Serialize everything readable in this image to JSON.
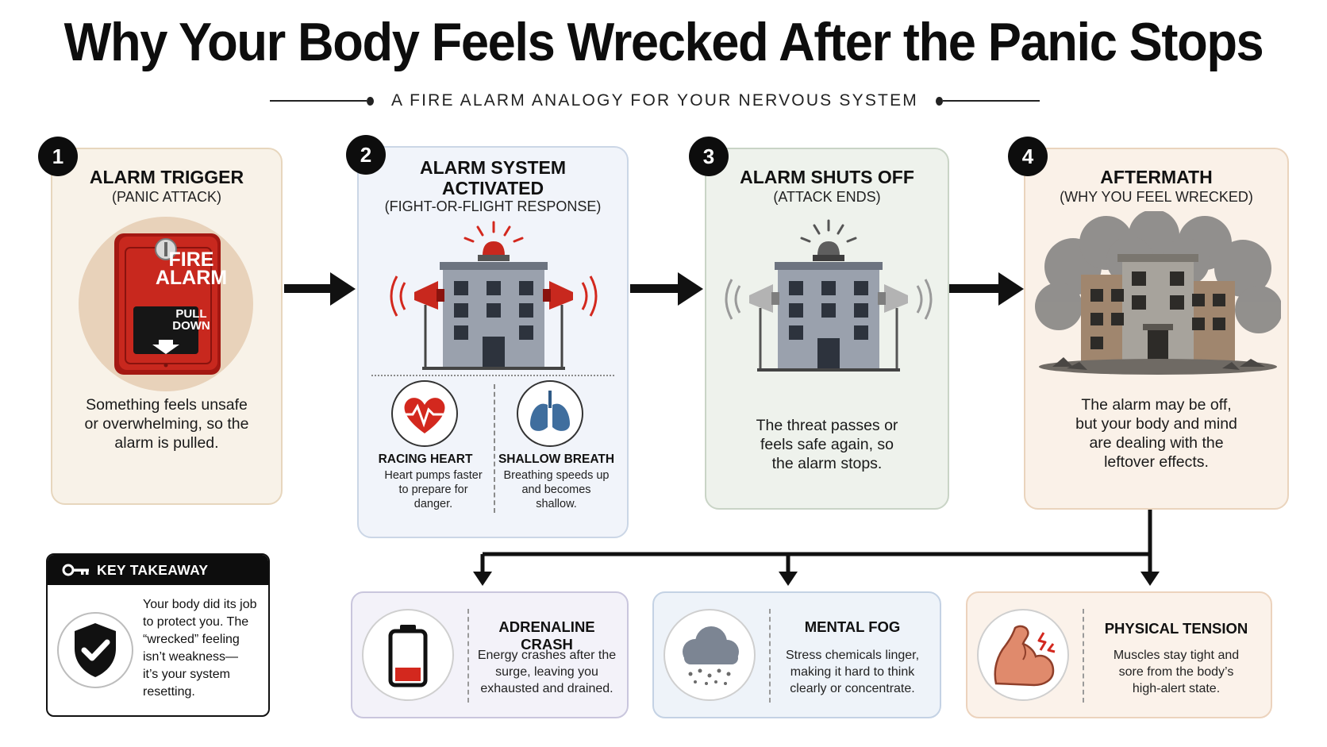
{
  "title": "Why Your Body Feels Wrecked After the Panic Stops",
  "subtitle": "A FIRE ALARM ANALOGY FOR YOUR NERVOUS SYSTEM",
  "steps": [
    {
      "number": "1",
      "title": "ALARM TRIGGER",
      "subtitle": "(PANIC ATTACK)",
      "desc_lines": [
        "Something feels unsafe",
        "or overwhelming, so the",
        "alarm is pulled."
      ],
      "sign_lines": [
        "FIRE",
        "ALARM"
      ],
      "pull_lines": [
        "PULL",
        "DOWN"
      ]
    },
    {
      "number": "2",
      "title_lines": [
        "ALARM SYSTEM",
        "ACTIVATED"
      ],
      "subtitle": "(FIGHT-OR-FLIGHT RESPONSE)",
      "symptoms": [
        {
          "title": "RACING HEART",
          "desc_lines": [
            "Heart pumps faster",
            "to prepare for",
            "danger."
          ]
        },
        {
          "title": "SHALLOW BREATH",
          "desc_lines": [
            "Breathing speeds up",
            "and becomes",
            "shallow."
          ]
        }
      ]
    },
    {
      "number": "3",
      "title": "ALARM SHUTS OFF",
      "subtitle": "(ATTACK ENDS)",
      "desc_lines": [
        "The threat passes or",
        "feels safe again, so",
        "the alarm stops."
      ]
    },
    {
      "number": "4",
      "title": "AFTERMATH",
      "subtitle": "(WHY YOU FEEL WRECKED)",
      "desc_lines": [
        "The alarm may be off,",
        "but your body and mind",
        "are dealing with the",
        "leftover effects."
      ]
    }
  ],
  "effects": [
    {
      "title": "ADRENALINE CRASH",
      "desc_lines": [
        "Energy crashes after the",
        "surge, leaving you",
        "exhausted and drained."
      ],
      "icon": "battery-low-icon"
    },
    {
      "title": "MENTAL FOG",
      "desc_lines": [
        "Stress chemicals linger,",
        "making it hard to think",
        "clearly or concentrate."
      ],
      "icon": "storm-cloud-icon"
    },
    {
      "title": "PHYSICAL TENSION",
      "desc_lines": [
        "Muscles stay tight and",
        "sore from the body’s",
        "high-alert state."
      ],
      "icon": "flexed-arm-icon"
    }
  ],
  "takeaway": {
    "label": "KEY TAKEAWAY",
    "text_lines": [
      "Your body did its job",
      "to protect you. The",
      "“wrecked” feeling",
      "isn’t weakness—",
      "it’s your system",
      "resetting."
    ],
    "icon": "shield-check-icon"
  },
  "colors": {
    "alarm_red": "#c8281e",
    "dark": "#0d0d0d",
    "building_grey": "#8f96a3"
  }
}
